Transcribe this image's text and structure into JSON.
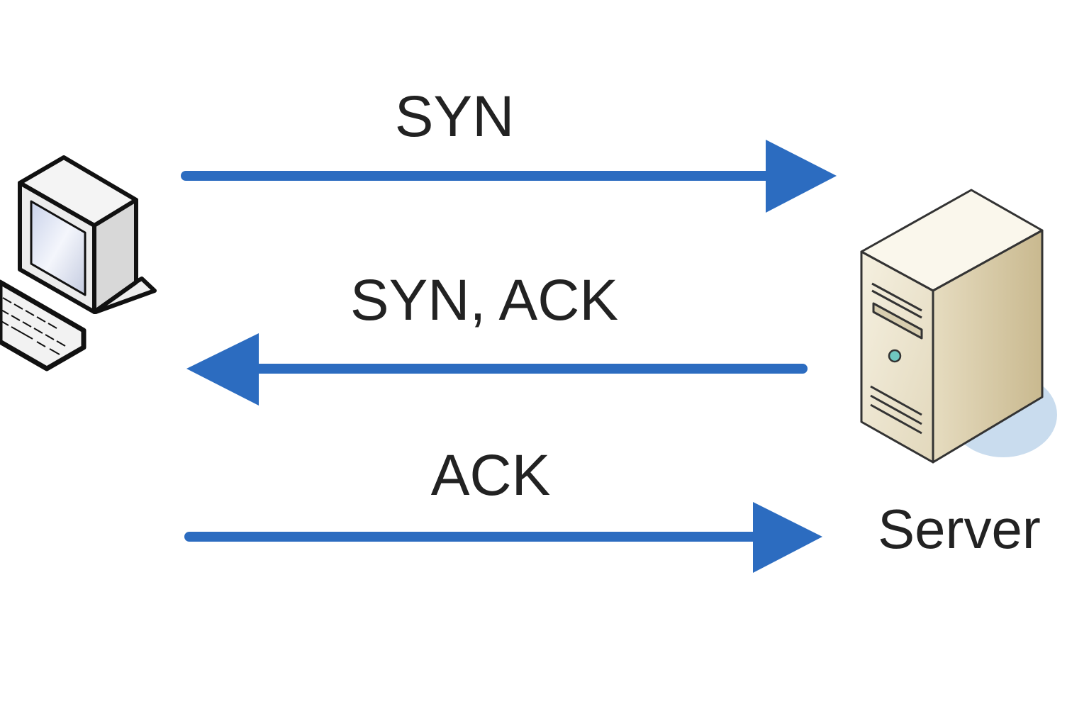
{
  "diagram": {
    "messages": [
      {
        "label": "SYN",
        "direction": "client-to-server"
      },
      {
        "label": "SYN, ACK",
        "direction": "server-to-client"
      },
      {
        "label": "ACK",
        "direction": "client-to-server"
      }
    ],
    "nodes": {
      "client": {
        "icon": "desktop-computer-icon"
      },
      "server": {
        "icon": "server-tower-icon",
        "label": "Server"
      }
    },
    "colors": {
      "arrow": "#2c6cc0",
      "text": "#222222",
      "server_body": "#e8e0c8"
    }
  }
}
